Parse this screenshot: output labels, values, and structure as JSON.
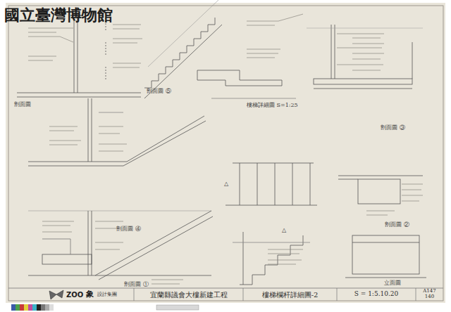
{
  "diagram": {
    "title": "樓梯欄杆詳細圖-2",
    "nodes": [
      {
        "text": [
          "宜蘭縣議會大樓新建工程"
        ]
      },
      {
        "text": [
          "樓梯欄杆詳細圖-2"
        ]
      },
      {
        "text": [
          "S = 1:5.10.20"
        ]
      },
      {
        "text": [
          "A147",
          "140"
        ]
      }
    ],
    "labels": [
      "國立臺灣博物館",
      "剖面圖",
      "剖面圖 ⑤",
      "樓梯詳細圖 S=1:25",
      "剖面圖 ③",
      "剖面圖 ④",
      "△",
      "△",
      "剖面圖 ②",
      "剖面圖 ①",
      "立面圖",
      "ZOO",
      "象",
      "設計集團"
    ]
  }
}
